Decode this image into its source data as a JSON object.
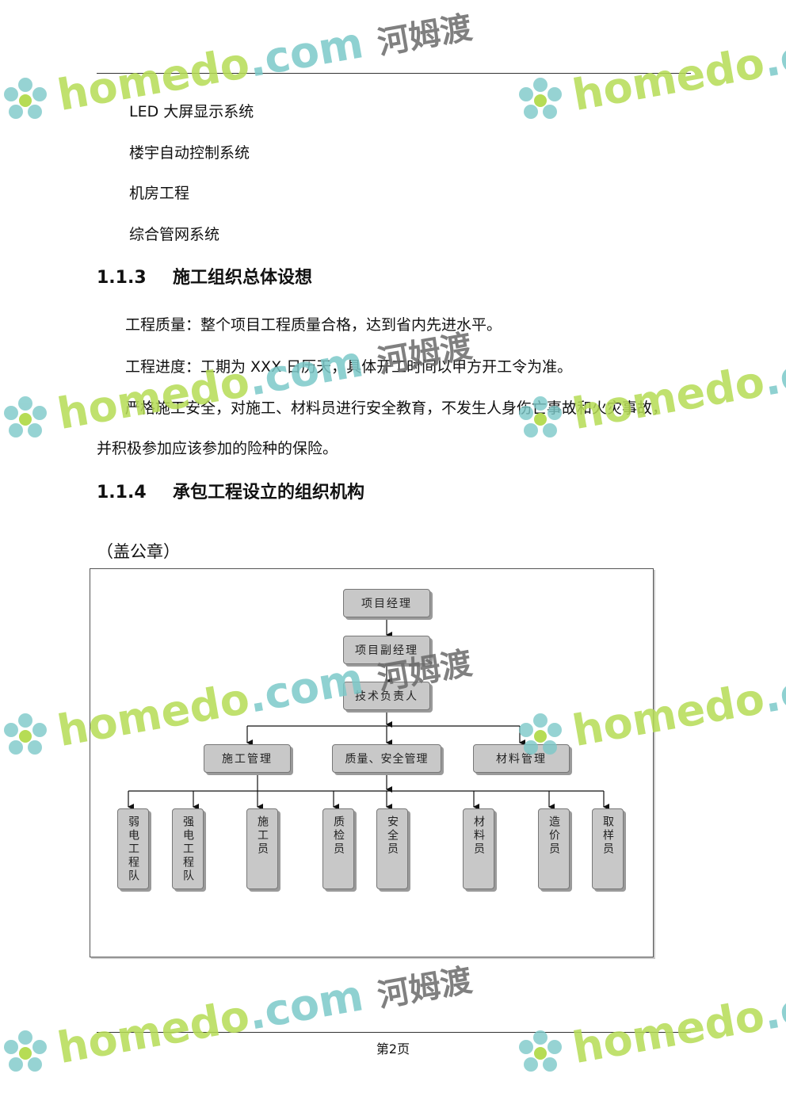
{
  "list_items": [
    "LED 大屏显示系统",
    "楼宇自动控制系统",
    "机房工程",
    "综合管网系统"
  ],
  "section_113": {
    "number": "1.1.3",
    "title": "施工组织总体设想"
  },
  "paragraphs": [
    "工程质量：整个项目工程质量合格，达到省内先进水平。",
    "工程进度：工期为 XXX 日历天，具体开工时间以甲方开工令为准。",
    "严格施工安全，对施工、材料员进行安全教育，不发生人身伤亡事故和火灾事故，",
    "并积极参加应该参加的险种的保险。"
  ],
  "section_114": {
    "number": "1.1.4",
    "title": "承包工程设立的组织机构"
  },
  "seal_note": "（盖公章）",
  "org_chart": {
    "top": [
      "项目经理",
      "项目副经理",
      "技术负责人"
    ],
    "middle": [
      "施工管理",
      "质量、安全管理",
      "材料管理"
    ],
    "bottom": [
      "弱电工程队",
      "强电工程队",
      "施工员",
      "质检员",
      "安全员",
      "材料员",
      "造价员",
      "取样员"
    ]
  },
  "footer": {
    "page": "第2页"
  },
  "watermark": {
    "brand": "homedo",
    "domain": ".com",
    "cn": "河姆渡"
  },
  "colors": {
    "watermark_green": "#b6dc55",
    "watermark_teal": "#7cc9c9",
    "box_fill": "#c8c8c8"
  }
}
